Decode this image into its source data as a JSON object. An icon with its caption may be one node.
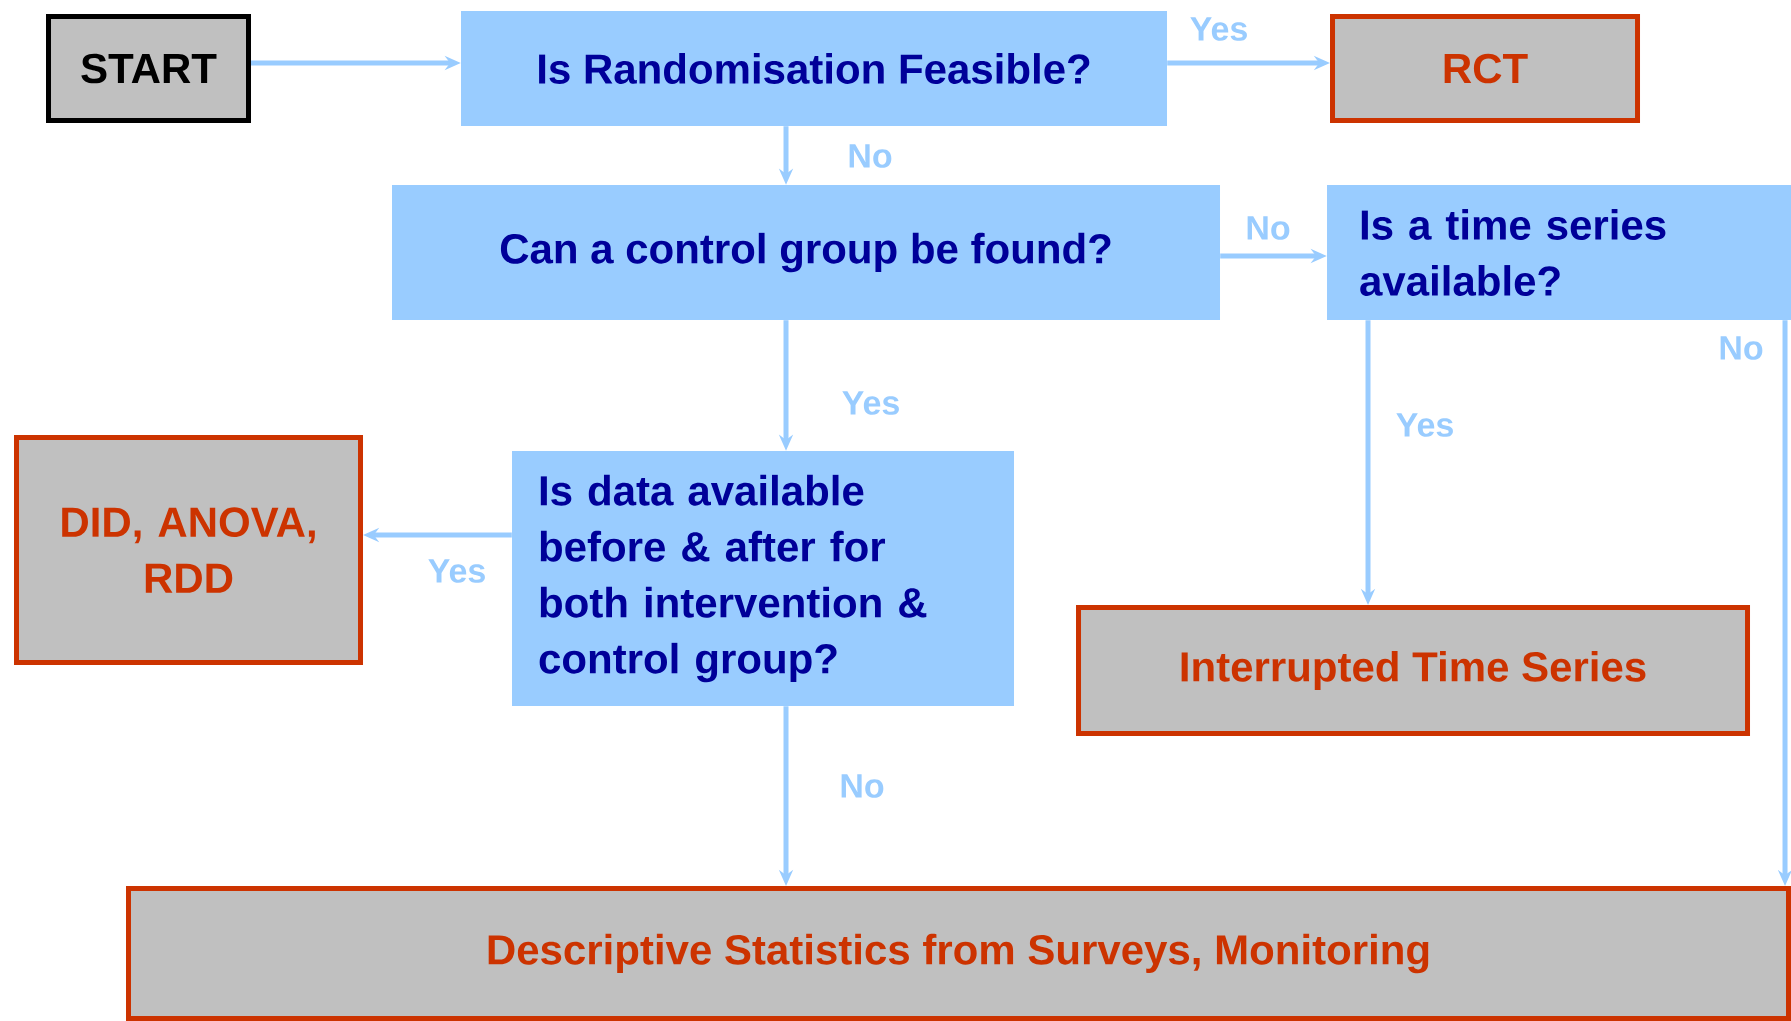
{
  "diagram": {
    "nodes": [
      {
        "text": [
          "START"
        ]
      },
      {
        "text": [
          "Is Randomisation Feasible?"
        ]
      },
      {
        "text": [
          "RCT"
        ]
      },
      {
        "text": [
          "Can a control group be found?"
        ]
      },
      {
        "text": [
          "Is a time series available?"
        ]
      },
      {
        "text": [
          "Is data available before & after for both intervention & control group?"
        ]
      },
      {
        "text": [
          "DID, ANOVA, RDD"
        ]
      },
      {
        "text": [
          "Interrupted Time Series"
        ]
      },
      {
        "text": [
          "Descriptive Statistics from Surveys, Monitoring"
        ]
      }
    ],
    "edges": [
      {
        "from": 0,
        "to": 1,
        "arrow": "to"
      },
      {
        "from": 1,
        "to": 2,
        "arrow": "to",
        "label": "Yes"
      },
      {
        "from": 1,
        "to": 3,
        "arrow": "to",
        "label": "No"
      },
      {
        "from": 3,
        "to": 4,
        "arrow": "to",
        "label": "No"
      },
      {
        "from": 3,
        "to": 5,
        "arrow": "to",
        "label": "Yes"
      },
      {
        "from": 5,
        "to": 6,
        "arrow": "to",
        "label": "Yes"
      },
      {
        "from": 4,
        "to": 7,
        "arrow": "to",
        "label": "Yes"
      },
      {
        "from": 5,
        "to": 8,
        "arrow": "to",
        "label": "No"
      },
      {
        "from": 4,
        "to": 8,
        "arrow": "to",
        "label": "No"
      }
    ]
  }
}
